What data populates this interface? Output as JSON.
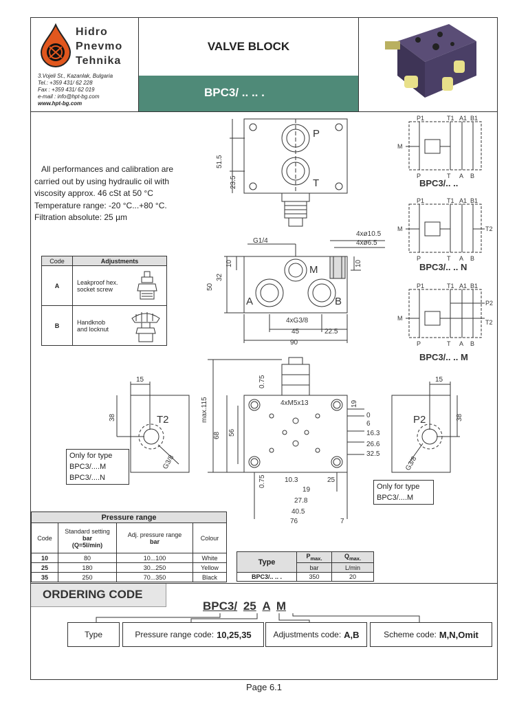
{
  "company": {
    "name_lines": [
      "Hidro",
      "Pnevmo",
      "Tehnika"
    ],
    "address": "3.Vojeli St., Kazanlak, Bulgaria",
    "tel": "Tel.: +359 431/ 62 228",
    "fax": "Fax : +359 431/ 62 019",
    "email": "e-mail : info@hpt-bg.com",
    "web": "www.hpt-bg.com"
  },
  "header": {
    "title": "VALVE  BLOCK",
    "model": "BPC3/  ..  ..  ."
  },
  "performance_text": [
    "All performances and calibration are",
    "carried out by using hydraulic oil with",
    "viscosity approx. 46 cSt at 50 °C",
    "Temperature range: -20 °C...+80 °C.",
    "Filtration absolute: 25 µm"
  ],
  "adjustments": {
    "headers": [
      "Code",
      "Adjustments"
    ],
    "rows": [
      {
        "code": "A",
        "lines": [
          "Leakproof hex.",
          "socket screw"
        ]
      },
      {
        "code": "B",
        "lines": [
          "Handknob",
          "and locknut"
        ]
      }
    ]
  },
  "pressure_range": {
    "title": "Pressure  range",
    "headers": [
      "Code",
      "Standard setting",
      "bar",
      "(Q=5l/min)",
      "Adj. pressure range",
      "bar",
      "Colour"
    ],
    "rows": [
      {
        "code": "10",
        "std": "80",
        "range": "10...100",
        "colour": "White"
      },
      {
        "code": "25",
        "std": "180",
        "range": "30...250",
        "colour": "Yellow"
      },
      {
        "code": "35",
        "std": "250",
        "range": "70...350",
        "colour": "Black"
      }
    ]
  },
  "type_table": {
    "headers": [
      "Type",
      "P",
      "max.",
      "Q",
      "max."
    ],
    "units": [
      "bar",
      "L/min"
    ],
    "row": {
      "type": "BPC3/..  ..  .",
      "p": "350",
      "q": "20"
    }
  },
  "ordering": {
    "title": "ORDERING  CODE",
    "code_parts": [
      "BPC3/",
      "25",
      "A",
      "M"
    ],
    "boxes": [
      {
        "label": "Type",
        "value": ""
      },
      {
        "label": "Pressure range code:",
        "value": "10,25,35"
      },
      {
        "label": "Adjustments code:",
        "value": "A,B"
      },
      {
        "label": "Scheme code:",
        "value": "M,N,Omit"
      }
    ]
  },
  "drawing": {
    "ports": [
      "P",
      "T",
      "M",
      "A",
      "B",
      "T2",
      "P2"
    ],
    "dims": [
      "51.5",
      "23.5",
      "G1/4",
      "4xø10.5",
      "4xø6.5",
      "10",
      "32",
      "50",
      "10",
      "4xG3/8",
      "45",
      "22.5",
      "90",
      "0.75",
      "max.115",
      "68",
      "56",
      "4xM5x13",
      "19",
      "0",
      "6",
      "16.3",
      "26.6",
      "32.5",
      "0.75",
      "10.3",
      "25",
      "19",
      "27.8",
      "40.5",
      "76",
      "7",
      "15",
      "38",
      "G3/8",
      "15",
      "38",
      "G3/8"
    ],
    "notes": [
      [
        "Only for type",
        "BPC3/....M",
        "BPC3/....N"
      ],
      [
        "Only for type",
        "BPC3/....M"
      ]
    ]
  },
  "schemes": [
    {
      "label": "BPC3/..  ..",
      "ports": [
        "P1",
        "T1",
        "A1",
        "B1",
        "M",
        "P",
        "T",
        "A",
        "B"
      ]
    },
    {
      "label": "BPC3/..  ..  N",
      "ports": [
        "P1",
        "T1",
        "A1",
        "B1",
        "M",
        "T2",
        "P",
        "T",
        "A",
        "B"
      ]
    },
    {
      "label": "BPC3/..  ..  M",
      "ports": [
        "P1",
        "T1",
        "A1",
        "B1",
        "P2",
        "M",
        "T2",
        "P",
        "T",
        "A",
        "B"
      ]
    }
  ],
  "footer": {
    "page": "Page 6.1"
  }
}
